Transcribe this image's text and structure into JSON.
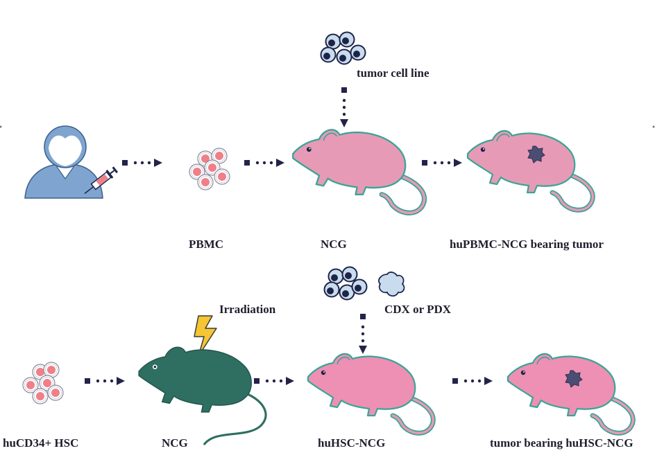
{
  "top_row": {
    "tumor_source_label": "tumor cell line",
    "pbmc_label": "PBMC",
    "ncg_label": "NCG",
    "result_label": "huPBMC-NCG bearing tumor"
  },
  "bottom_row": {
    "hsc_label": "huCD34+ HSC",
    "irradiation_label": "Irradiation",
    "ncg_label": "NCG",
    "tumor_source_label": "CDX or PDX",
    "humanized_label": "huHSC-NCG",
    "result_label": "tumor bearing huHSC-NCG"
  },
  "colors": {
    "arrow": "#23234a",
    "mouse_pink": "#e79ab6",
    "mouse_outline": "#3aa495",
    "mouse_green": "#2f6f62",
    "donor_blue": "#7ea4cf",
    "cell_red": "#ef7f88",
    "cell_blue": "#c9dced",
    "cell_nucleus": "#1d2448",
    "tumor": "#4b4d73",
    "bolt": "#f5c533"
  }
}
